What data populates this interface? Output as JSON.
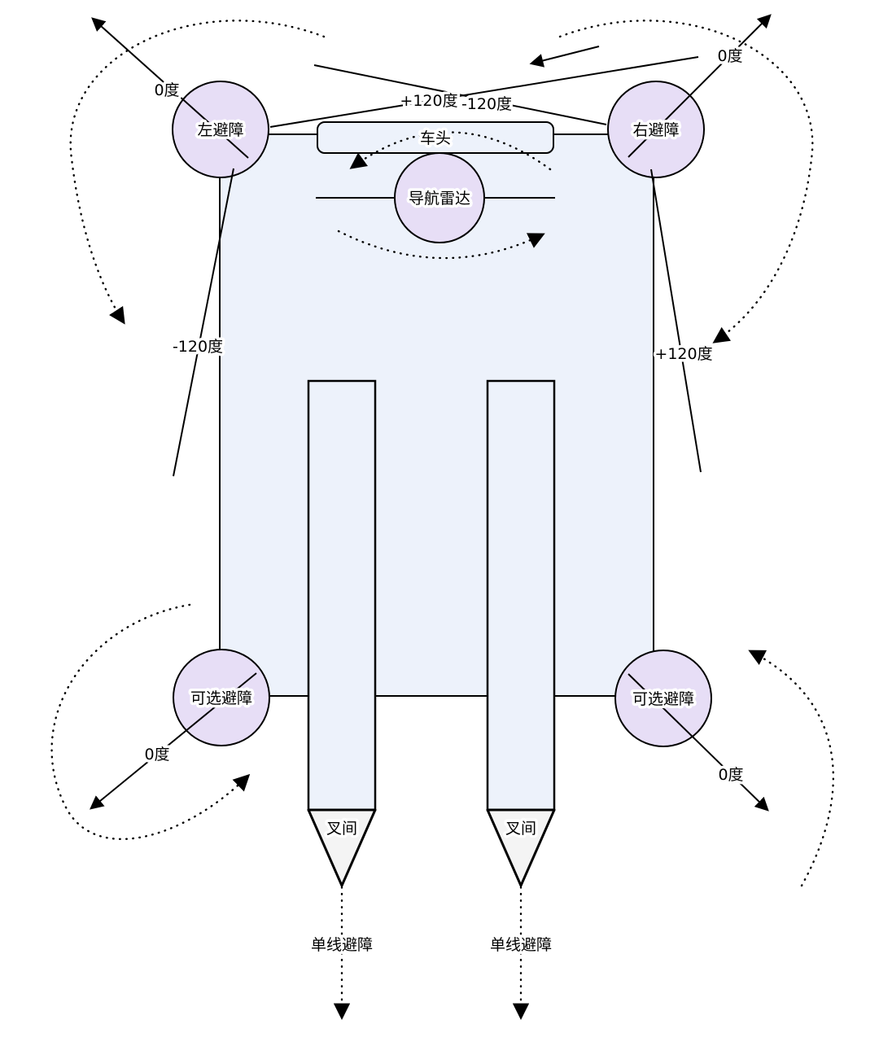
{
  "diagram": {
    "type": "agv-forklift-sensor-layout",
    "vehicle": {
      "head": "车头",
      "nav_radar": "导航雷达",
      "fork_tip_left": "叉间",
      "fork_tip_right": "叉间"
    },
    "sensors": {
      "front_left": {
        "label": "左避障",
        "deg0": "0度",
        "deg_plus120": "+120度",
        "deg_minus120": "-120度"
      },
      "front_right": {
        "label": "右避障",
        "deg0": "0度",
        "deg_minus120": "-120度",
        "deg_plus120": "+120度"
      },
      "rear_left": {
        "label": "可选避障",
        "deg0": "0度"
      },
      "rear_right": {
        "label": "可选避障",
        "deg0": "0度"
      },
      "fork_line_left": {
        "label": "单线避障"
      },
      "fork_line_right": {
        "label": "单线避障"
      }
    },
    "colors": {
      "body_fill": "#edf2fb",
      "sensor_fill": "#e7def6",
      "fork_tip_fill": "#f4f4f4",
      "line": "#000000",
      "background": "#ffffff"
    }
  }
}
